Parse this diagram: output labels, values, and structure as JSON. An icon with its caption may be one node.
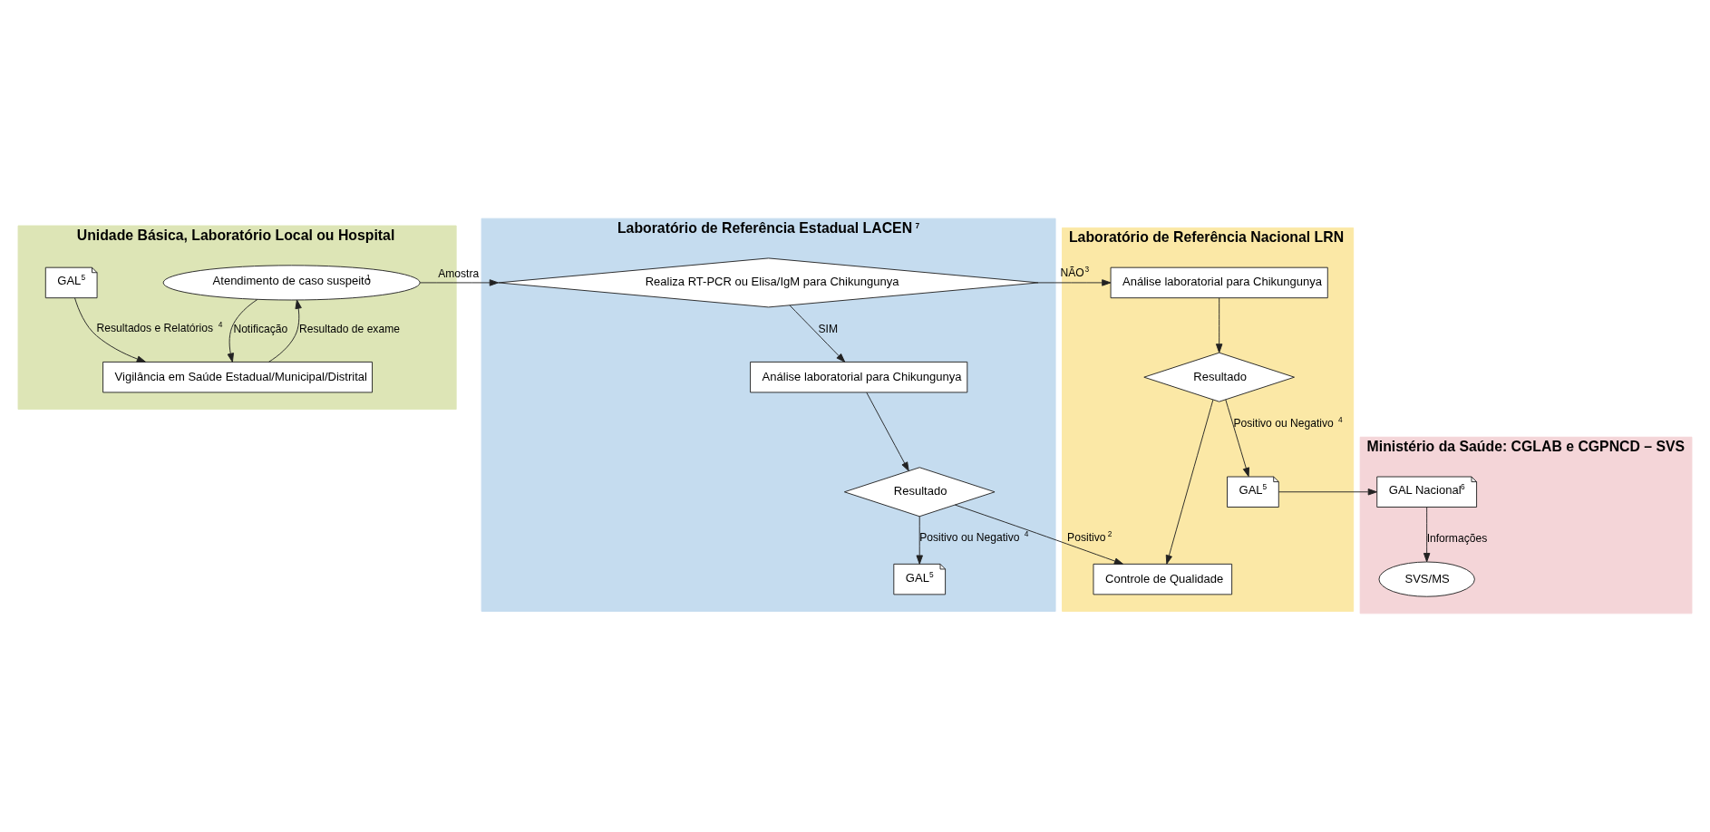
{
  "diagram": {
    "nodes": [
      {
        "text": [
          "Unidade Básica, Laboratório Local ou Hospital"
        ]
      },
      {
        "text": [
          "Laboratório de Referência Estadual LACEN$^{7}$"
        ]
      },
      {
        "text": [
          "Laboratório de Referência Nacional LRN"
        ]
      },
      {
        "text": [
          "Ministério da Saúde: CGLAB e CGPNCD – SVS"
        ]
      },
      {
        "text": [
          "Atendimento de caso suspeito$^{1}$"
        ],
        "in": 0
      },
      {
        "text": [
          "Vigilância em Saúde Estadual/Municipal/Distrital"
        ],
        "in": 0
      },
      {
        "text": [
          "GAL$^{5}$"
        ],
        "in": 0
      },
      {
        "text": [
          "Realiza RT-PCR ou Elisa/IgM para Chikungunya"
        ],
        "in": 1
      },
      {
        "text": [
          "Análise laboratorial para Chikungunya"
        ],
        "in": 1
      },
      {
        "text": [
          "Resultado"
        ],
        "in": 1
      },
      {
        "text": [
          "GAL$^{5}$"
        ],
        "in": 1
      },
      {
        "text": [
          "Análise laboratorial para Chikungunya"
        ],
        "in": 2
      },
      {
        "text": [
          "Resultado"
        ],
        "in": 2
      },
      {
        "text": [
          "Controle de Qualidade"
        ],
        "in": 2
      },
      {
        "text": [
          "GAL$^{5}$"
        ],
        "in": 2
      },
      {
        "text": [
          "GAL Nacional$^{6}$"
        ],
        "in": 3
      },
      {
        "text": [
          "SVS/MS"
        ],
        "in": 3
      }
    ],
    "edges": [
      {
        "from": 4,
        "to": 7,
        "arrow": "to",
        "label": "Amostra"
      },
      {
        "from": 4,
        "to": 5,
        "arrow": "to",
        "label": "Notificação"
      },
      {
        "from": 5,
        "to": 4,
        "arrow": "to",
        "label": "Resultado de exame"
      },
      {
        "from": 6,
        "to": 5,
        "arrow": "to",
        "label": "Resultados e Relatórios$^{4}$"
      },
      {
        "from": 7,
        "to": 11,
        "arrow": "to",
        "label": "NÃO$^{3}$"
      },
      {
        "from": 7,
        "to": 8,
        "arrow": "to",
        "label": "SIM"
      },
      {
        "from": 8,
        "to": 9,
        "arrow": "to"
      },
      {
        "from": 9,
        "to": 13,
        "arrow": "to",
        "label": "Positivo$^{2}$"
      },
      {
        "from": 9,
        "to": 10,
        "arrow": "to",
        "label": "Positivo ou Negativo$^{4}$"
      },
      {
        "from": 11,
        "to": 12,
        "arrow": "to"
      },
      {
        "from": 12,
        "to": 13,
        "arrow": "to"
      },
      {
        "from": 12,
        "to": 14,
        "arrow": "to",
        "label": "Positivo ou Negativo$^{4}$"
      },
      {
        "from": 14,
        "to": 15,
        "arrow": "to"
      },
      {
        "from": 15,
        "to": 16,
        "arrow": "to",
        "label": "Informações"
      }
    ]
  }
}
